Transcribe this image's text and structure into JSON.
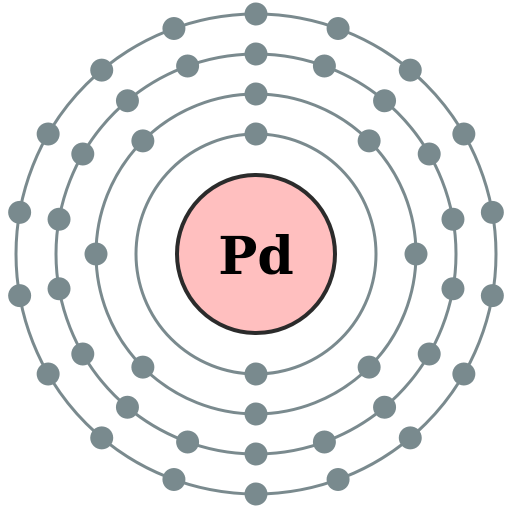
{
  "element": {
    "symbol": "Pd"
  },
  "shells": [
    {
      "electrons": 2
    },
    {
      "electrons": 8
    },
    {
      "electrons": 18
    },
    {
      "electrons": 18
    }
  ],
  "colors": {
    "nucleus_fill": "#ffbfbf",
    "nucleus_stroke": "#2b2b2b",
    "shell_stroke": "#7a8a8e",
    "electron_fill": "#798a8e"
  }
}
